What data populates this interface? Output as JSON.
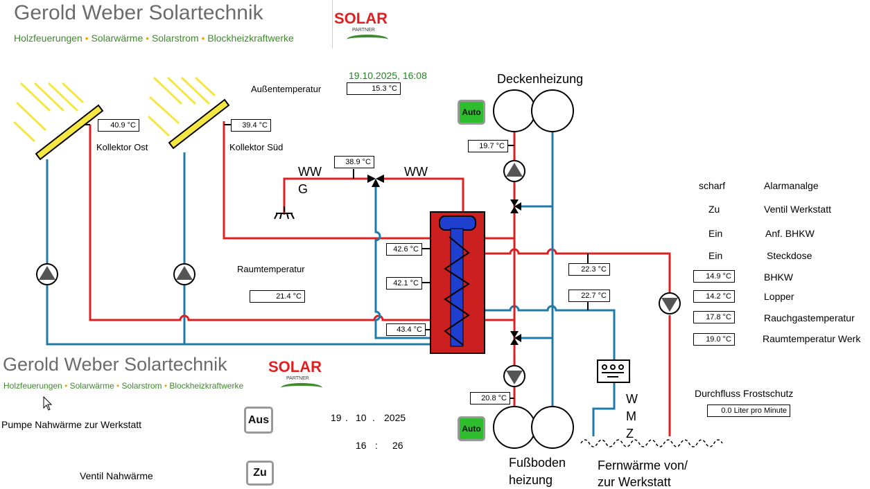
{
  "header": {
    "company": "Gerold Weber Solartechnik",
    "tagline": [
      "Holzfeuerungen",
      "Solarwärme",
      "Solarstrom",
      "Blockheizkraftwerke"
    ],
    "logo_text": "SOLAR",
    "logo_sub": "PARTNER"
  },
  "datetime": "19.10.2025,  16:08",
  "outside_temp": {
    "label": "Außentemperatur",
    "value": "15.3 °C"
  },
  "collectors": [
    {
      "label": "Kollektor Ost",
      "value": "40.9 °C"
    },
    {
      "label": "Kollektor Süd",
      "value": "39.4 °C"
    }
  ],
  "room_temp": {
    "label": "Raumtemperatur",
    "value": "21.4 °C"
  },
  "ww": {
    "left": "WW",
    "left2": "G",
    "right": "WW",
    "value": "38.9 °C"
  },
  "tank_temps": [
    "42.6 °C",
    "42.1 °C",
    "43.4 °C"
  ],
  "ceiling": {
    "label": "Deckenheizung",
    "auto": "Auto",
    "value": "19.7 °C"
  },
  "floor": {
    "label1": "Fußboden",
    "label2": "heizung",
    "auto": "Auto",
    "value": "20.8 °C"
  },
  "district": {
    "label1": "Fernwärme von/",
    "label2": "zur Werkstatt",
    "v1": "22.3 °C",
    "v2": "22.7 °C"
  },
  "wmz": [
    "W",
    "M",
    "Z"
  ],
  "status": [
    {
      "state": "scharf",
      "label": "Alarmanalge"
    },
    {
      "state": "Zu",
      "label": "Ventil Werkstatt"
    },
    {
      "state": "Ein",
      "label": "Anf. BHKW"
    },
    {
      "state": "Ein",
      "label": "Steckdose"
    }
  ],
  "readings": [
    {
      "value": "14.9 °C",
      "label": "BHKW"
    },
    {
      "value": "14.2 °C",
      "label": "Lopper"
    },
    {
      "value": "17.8 °C",
      "label": "Rauchgastemperatur"
    },
    {
      "value": "19.0 °C",
      "label": "Raumtemperatur Werk"
    }
  ],
  "flow": {
    "label": "Durchfluss Frostschutz",
    "value": "0.0 Liter pro Minute"
  },
  "controls": {
    "pump_label": "Pumpe  Nahwärme zur Werkstatt",
    "pump_button": "Aus",
    "valve_label": "Ventil Nahwärme",
    "valve_button": "Zu",
    "date_day": "19",
    "date_sep1": ".",
    "date_month": "10",
    "date_sep2": ".",
    "date_year": "2025",
    "time_hour": "16",
    "time_sep": ":",
    "time_min": "26"
  },
  "colors": {
    "hot": "#e02020",
    "cold": "#1f7aa8",
    "tank": "#cc1f1f",
    "coil": "#1f3fcf",
    "auto": "#2dbd2d",
    "panel": "#f5e642"
  }
}
